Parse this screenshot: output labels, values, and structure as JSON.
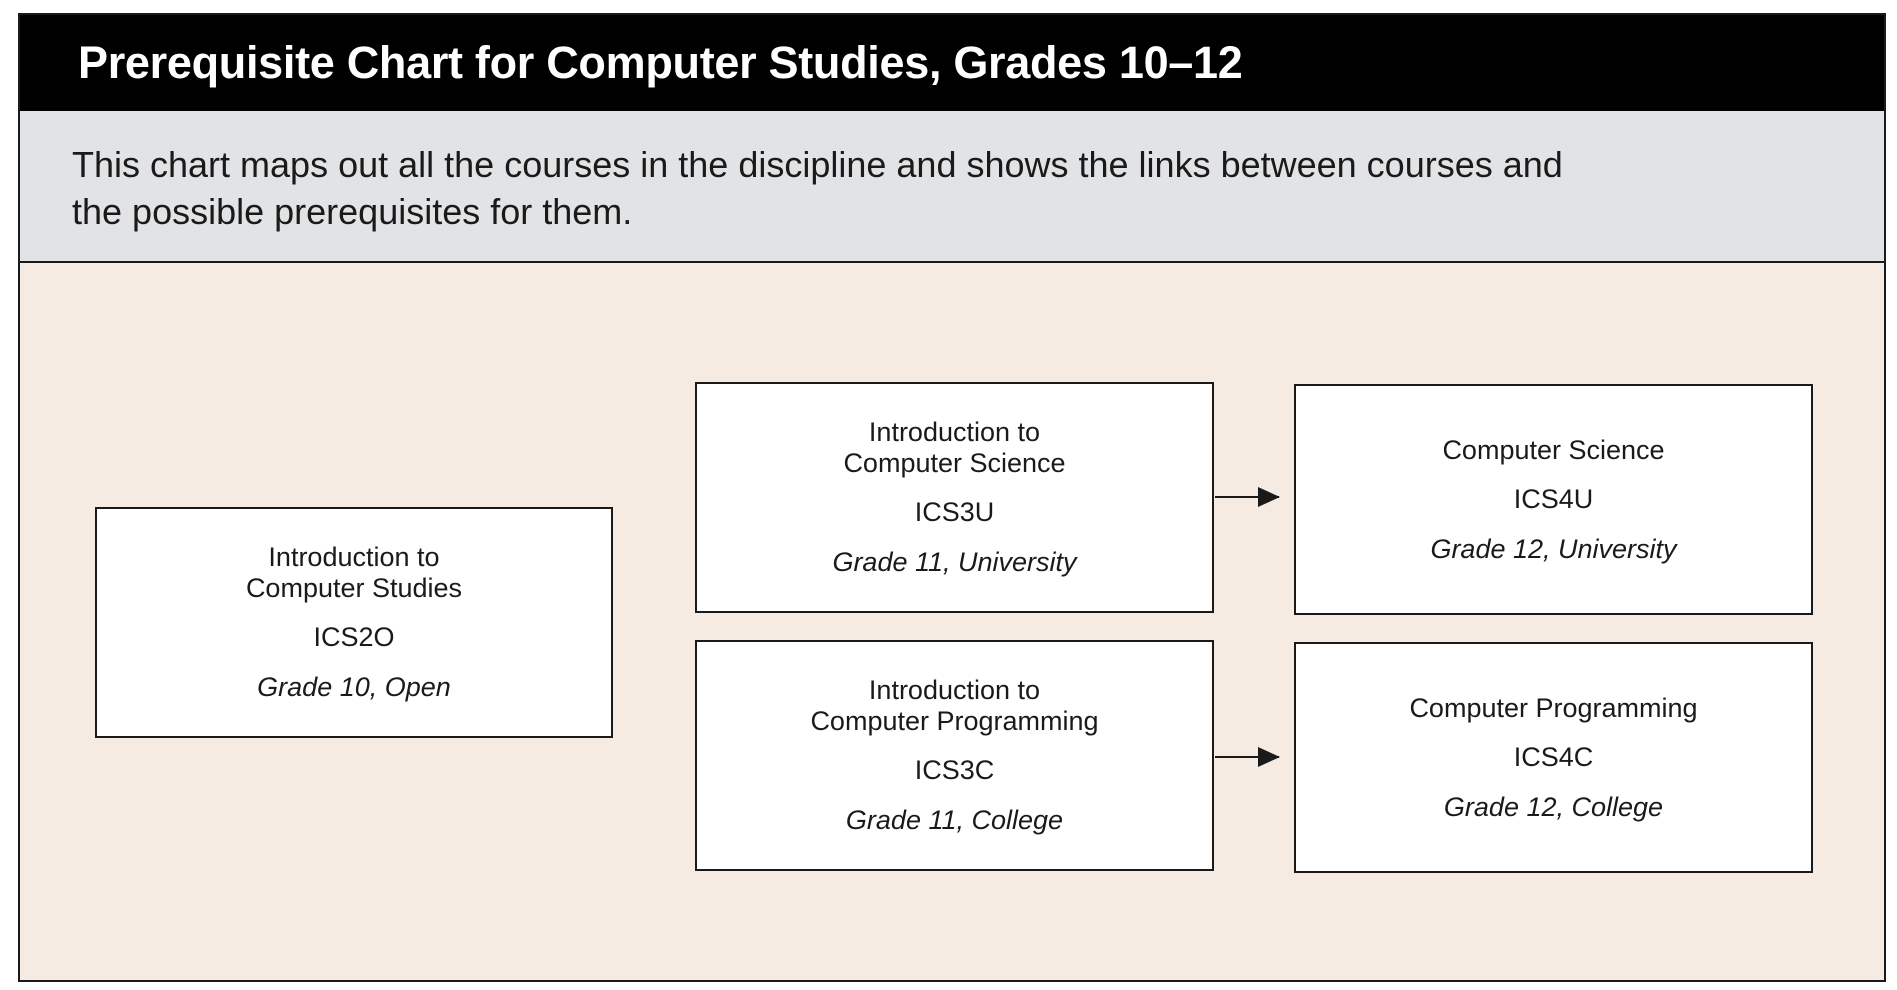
{
  "title": "Prerequisite Chart for Computer Studies, Grades 10–12",
  "description_line1": "This chart maps out all the courses in the discipline and shows the links between courses and",
  "description_line2": "the possible prerequisites for them.",
  "courses": {
    "ics2o": {
      "name_line1": "Introduction to",
      "name_line2": "Computer Studies",
      "code": "ICS2O",
      "grade": "Grade 10, Open"
    },
    "ics3u": {
      "name_line1": "Introduction to",
      "name_line2": "Computer Science",
      "code": "ICS3U",
      "grade": "Grade 11, University"
    },
    "ics3c": {
      "name_line1": "Introduction to",
      "name_line2": "Computer Programming",
      "code": "ICS3C",
      "grade": "Grade 11, College"
    },
    "ics4u": {
      "name_line1": "Computer Science",
      "code": "ICS4U",
      "grade": "Grade 12, University"
    },
    "ics4c": {
      "name_line1": "Computer Programming",
      "code": "ICS4C",
      "grade": "Grade 12, College"
    }
  },
  "links": [
    {
      "from": "ICS3U",
      "to": "ICS4U"
    },
    {
      "from": "ICS3C",
      "to": "ICS4C"
    }
  ],
  "colors": {
    "title_background": "#000000",
    "intro_background": "#e2e3e5",
    "chart_background": "#f5ebe2",
    "box_background": "#ffffff",
    "line": "#1a1a1a"
  }
}
